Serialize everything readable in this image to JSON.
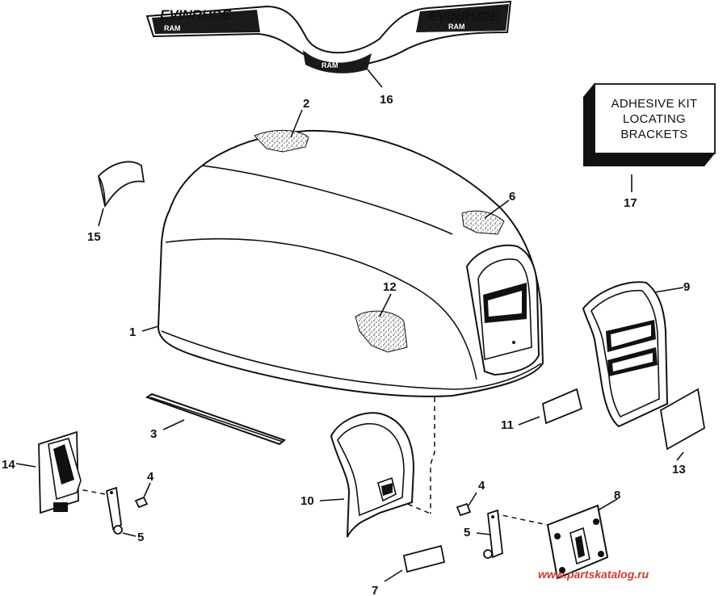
{
  "decal": {
    "brand_left": "EVINRUDE",
    "brand_right": "EVINRUDE",
    "ram": "RAM"
  },
  "kit_box": {
    "lines": [
      "ADHESIVE KIT",
      "LOCATING",
      "BRACKETS"
    ]
  },
  "callouts": {
    "n1": "1",
    "n2": "2",
    "n3": "3",
    "n4a": "4",
    "n4b": "4",
    "n5a": "5",
    "n5b": "5",
    "n6": "6",
    "n7": "7",
    "n8": "8",
    "n9": "9",
    "n10": "10",
    "n11": "11",
    "n12": "12",
    "n13": "13",
    "n14": "14",
    "n15": "15",
    "n16": "16",
    "n17": "17"
  },
  "watermark": "www.partskatalog.ru",
  "colors": {
    "line": "#111111",
    "watermark": "#d23a2a"
  }
}
